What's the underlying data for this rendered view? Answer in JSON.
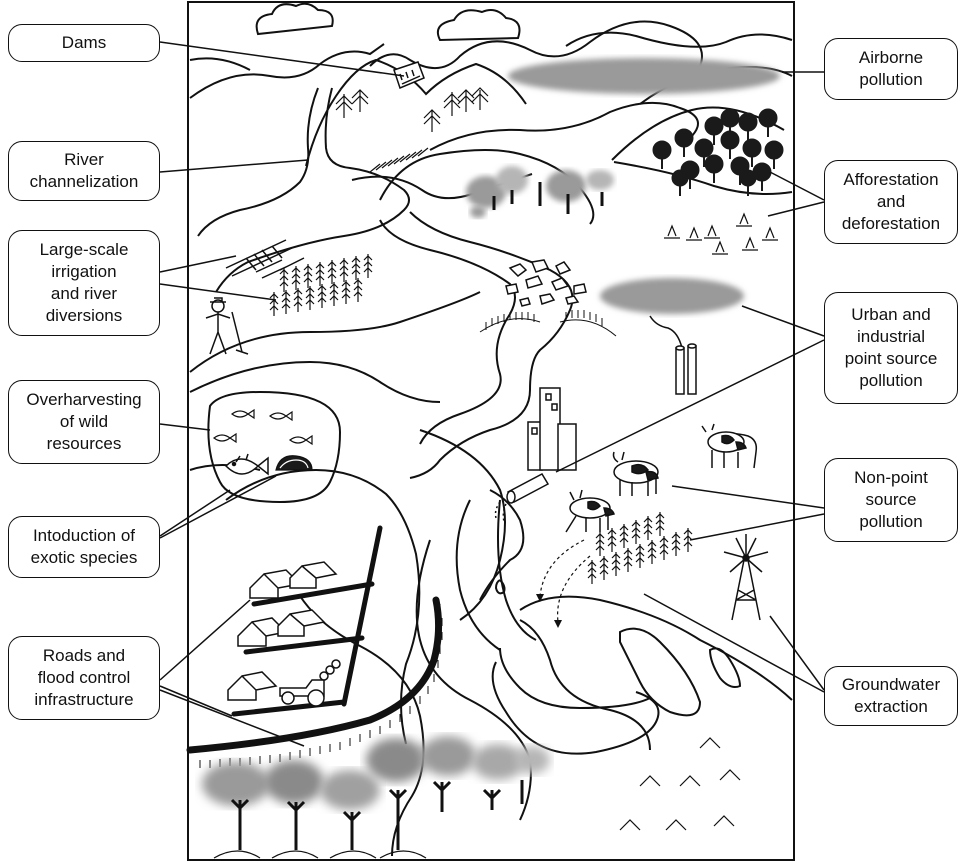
{
  "labels": {
    "dams": [
      "Dams"
    ],
    "river_channelization": [
      "River",
      "channelization"
    ],
    "irrigation": [
      "Large-scale",
      "irrigation",
      "and river",
      "diversions"
    ],
    "overharvesting": [
      "Overharvesting",
      "of wild",
      "resources"
    ],
    "exotic_species": [
      "Intoduction of",
      "exotic species"
    ],
    "roads_flood": [
      "Roads and",
      "flood control",
      "infrastructure"
    ],
    "airborne": [
      "Airborne",
      "pollution"
    ],
    "afforestation": [
      "Afforestation",
      "and",
      "deforestation"
    ],
    "urban_industrial": [
      "Urban and",
      "industrial",
      "point source",
      "pollution"
    ],
    "non_point": [
      "Non-point",
      "source",
      "pollution"
    ],
    "groundwater": [
      "Groundwater",
      "extraction"
    ]
  },
  "colors": {
    "ink": "#111111",
    "cloud_gray": "#9a9a9a",
    "pollution_gray": "#a8a8a8",
    "tree_dark": "#1a1a1a",
    "haze_gray": "#b5b5b5",
    "background": "#ffffff"
  }
}
